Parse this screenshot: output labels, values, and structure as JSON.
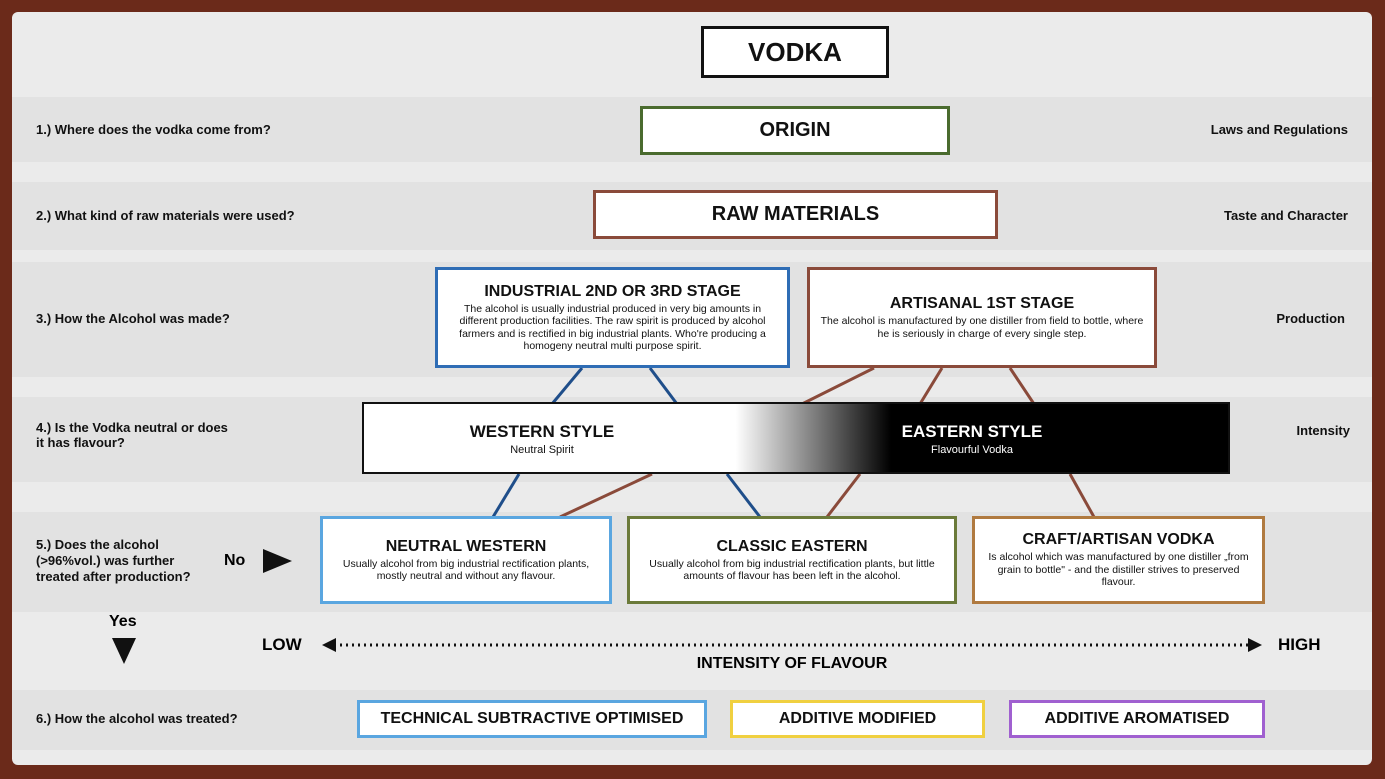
{
  "title": "VODKA",
  "rows": [
    {
      "question": "1.) Where does the vodka come from?",
      "category": "Laws and Regulations"
    },
    {
      "question": "2.) What kind of raw materials were used?",
      "category": "Taste and Character"
    },
    {
      "question": "3.) How the Alcohol was made?",
      "category": "Production"
    },
    {
      "question": "4.) Is the Vodka neutral or does it has flavour?",
      "category": "Intensity"
    },
    {
      "question": "5.) Does the alcohol (>96%vol.) was further treated after production?",
      "category": ""
    },
    {
      "question": "6.) How the alcohol was treated?",
      "category": ""
    }
  ],
  "origin": {
    "title": "ORIGIN",
    "color": "#4a6b2e"
  },
  "raw_materials": {
    "title": "RAW MATERIALS",
    "color": "#8a4a3a"
  },
  "industrial": {
    "title": "INDUSTRIAL 2ND OR 3RD STAGE",
    "desc": "The alcohol is usually industrial produced in very big amounts in different production facilities. The raw spirit is produced by alcohol farmers and is rectified in big industrial plants. Who're producing a homogeny neutral multi purpose spirit.",
    "color": "#2f6db5"
  },
  "artisanal": {
    "title": "ARTISANAL 1ST STAGE",
    "desc": "The alcohol is manufactured by one distiller from field to bottle, where he is seriously in charge of every single step.",
    "color": "#8a4a3a"
  },
  "western_style": {
    "title": "WESTERN STYLE",
    "sub": "Neutral Spirit"
  },
  "eastern_style": {
    "title": "EASTERN STYLE",
    "sub": "Flavourful Vodka"
  },
  "neutral_western": {
    "title": "NEUTRAL WESTERN",
    "desc": "Usually alcohol from big industrial rectification plants, mostly neutral and without any flavour.",
    "color": "#5aa6e0"
  },
  "classic_eastern": {
    "title": "CLASSIC EASTERN",
    "desc": "Usually alcohol from big industrial rectification plants, but little amounts of flavour has been left in the alcohol.",
    "color": "#6b7a3a"
  },
  "craft_vodka": {
    "title": "CRAFT/ARTISAN VODKA",
    "desc": "Is alcohol which was manufactured by one distiller „from grain to bottle\" - and the distiller strives to preserved flavour.",
    "color": "#b07a40"
  },
  "no_label": "No",
  "yes_label": "Yes",
  "scale": {
    "low": "LOW",
    "high": "HIGH",
    "label": "INTENSITY OF FLAVOUR"
  },
  "treatments": [
    {
      "title": "TECHNICAL SUBTRACTIVE OPTIMISED",
      "color": "#5aa6e0"
    },
    {
      "title": "ADDITIVE MODIFIED",
      "color": "#f0d040"
    },
    {
      "title": "ADDITIVE AROMATISED",
      "color": "#a060d0"
    }
  ],
  "line_colors": {
    "industrial": "#1f4e8a",
    "artisanal": "#8a4a3a"
  }
}
